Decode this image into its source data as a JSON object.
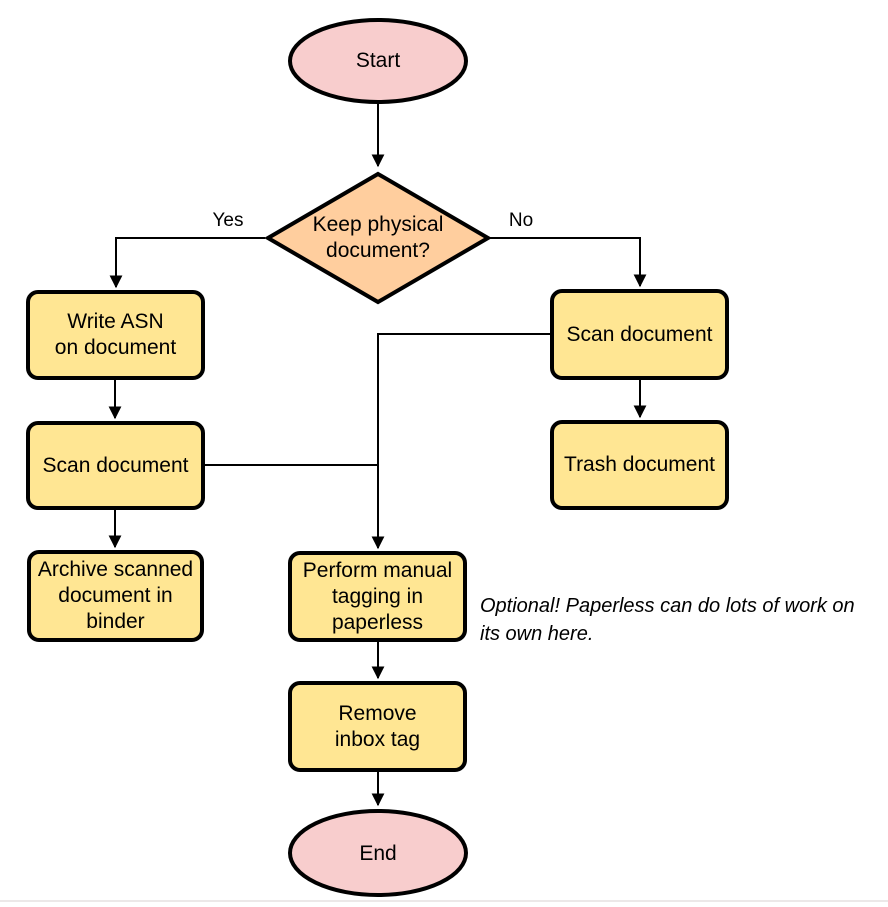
{
  "colors": {
    "terminal_fill": "#f8cdcd",
    "decision_fill": "#ffce9e",
    "process_fill": "#ffe693",
    "stroke": "#000000",
    "background": "#ffffff",
    "footer_line": "#ece8e8"
  },
  "nodes": {
    "start": {
      "label": "Start",
      "type": "terminal"
    },
    "decision": {
      "label": "Keep physical\ndocument?",
      "type": "decision"
    },
    "write_asn": {
      "label": "Write ASN\non document",
      "type": "process"
    },
    "scan_left": {
      "label": "Scan document",
      "type": "process"
    },
    "archive": {
      "label": "Archive scanned\ndocument in\nbinder",
      "type": "process"
    },
    "scan_right": {
      "label": "Scan document",
      "type": "process"
    },
    "trash": {
      "label": "Trash document",
      "type": "process"
    },
    "tagging": {
      "label": "Perform manual\ntagging in\npaperless",
      "type": "process"
    },
    "remove_inbox": {
      "label": "Remove\ninbox tag",
      "type": "process"
    },
    "end": {
      "label": "End",
      "type": "terminal"
    }
  },
  "edges": {
    "yes_label": "Yes",
    "no_label": "No"
  },
  "annotation": {
    "text": "Optional! Paperless can do lots of work on\nits own here."
  }
}
